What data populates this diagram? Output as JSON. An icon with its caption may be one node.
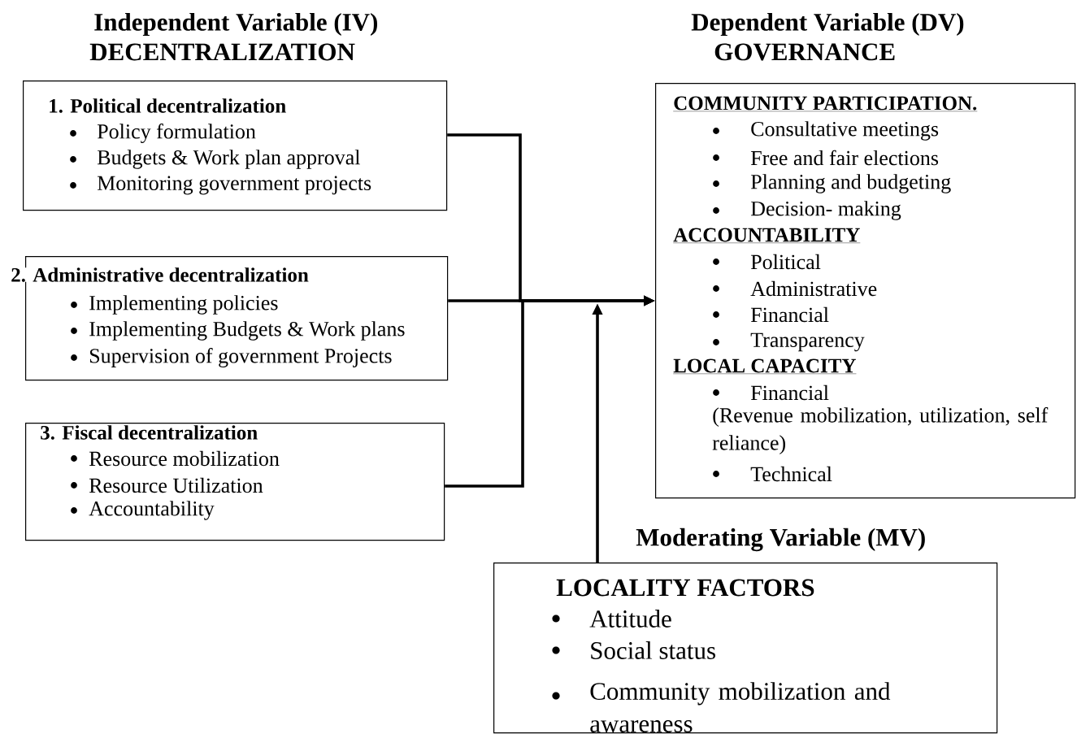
{
  "diagram": {
    "nodes": [
      {
        "text": [
          "1. Political decentralization",
          "Policy formulation",
          "Budgets & Work plan approval",
          "Monitoring government projects"
        ]
      },
      {
        "text": [
          "2. Administrative decentralization",
          "Implementing policies",
          "Implementing Budgets & Work plans",
          "Supervision of government Projects"
        ]
      },
      {
        "text": [
          "3. Fiscal decentralization",
          "Resource mobilization",
          "Resource Utilization",
          "Accountability"
        ]
      },
      {
        "text": [
          "COMMUNITY PARTICIPATION.",
          "Consultative meetings",
          "Free and fair elections",
          "Planning and budgeting",
          "Decision- making",
          "ACCOUNTABILITY",
          "Political",
          "Administrative",
          "Financial",
          "Transparency",
          "LOCAL CAPACITY",
          "Financial",
          "(Revenue mobilization, utilization, self reliance)",
          "Technical"
        ]
      },
      {
        "text": [
          "LOCALITY FACTORS",
          "Attitude",
          "Social status",
          "Community mobilization and awareness"
        ]
      }
    ],
    "edges": [
      {
        "from": 0,
        "to": 3,
        "arrow": "to"
      },
      {
        "from": 1,
        "to": 3,
        "arrow": "to"
      },
      {
        "from": 2,
        "to": 3,
        "arrow": "to"
      },
      {
        "from": 4,
        "to": null,
        "arrow": "to"
      }
    ],
    "labels": [
      "Independent Variable (IV)",
      "DECENTRALIZATION",
      "Dependent Variable (DV)",
      "GOVERNANCE",
      "Moderating Variable (MV)"
    ]
  }
}
